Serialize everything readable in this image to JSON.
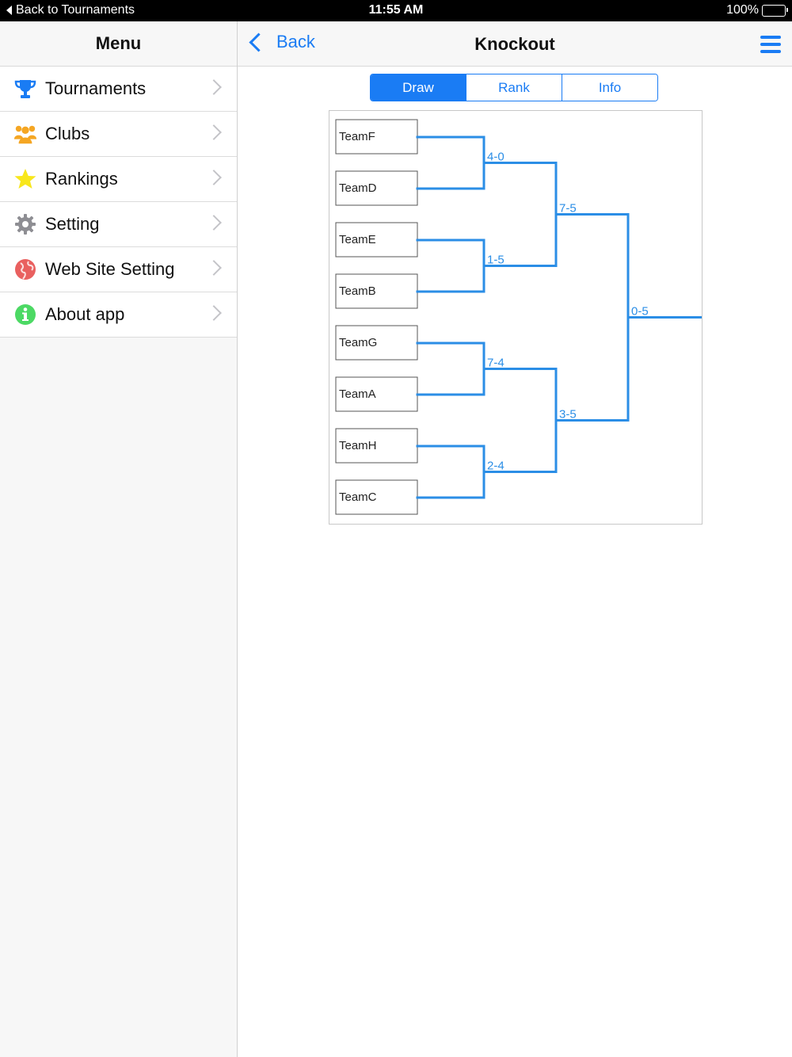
{
  "status_bar": {
    "back_label": "Back to Tournaments",
    "time": "11:55 AM",
    "battery": "100%"
  },
  "sidebar": {
    "title": "Menu",
    "items": [
      {
        "label": "Tournaments",
        "icon": "trophy-icon",
        "color": "#1a7cf4"
      },
      {
        "label": "Clubs",
        "icon": "people-icon",
        "color": "#f5a623"
      },
      {
        "label": "Rankings",
        "icon": "star-icon",
        "color": "#f8e71c"
      },
      {
        "label": "Setting",
        "icon": "gear-icon",
        "color": "#8e8e93"
      },
      {
        "label": "Web Site Setting",
        "icon": "globe-icon",
        "color": "#e9605f"
      },
      {
        "label": "About app",
        "icon": "info-icon",
        "color": "#4cd964"
      }
    ]
  },
  "navbar": {
    "back_label": "Back",
    "title": "Knockout"
  },
  "tabs": [
    {
      "label": "Draw",
      "active": true
    },
    {
      "label": "Rank",
      "active": false
    },
    {
      "label": "Info",
      "active": false
    }
  ],
  "bracket": {
    "teams": [
      "TeamF",
      "TeamD",
      "TeamE",
      "TeamB",
      "TeamG",
      "TeamA",
      "TeamH",
      "TeamC"
    ],
    "round1_scores": [
      "4-0",
      "1-5",
      "7-4",
      "2-4"
    ],
    "round2_scores": [
      "7-5",
      "3-5"
    ],
    "final_score": "0-5",
    "line_color": "#2b8ee6"
  }
}
